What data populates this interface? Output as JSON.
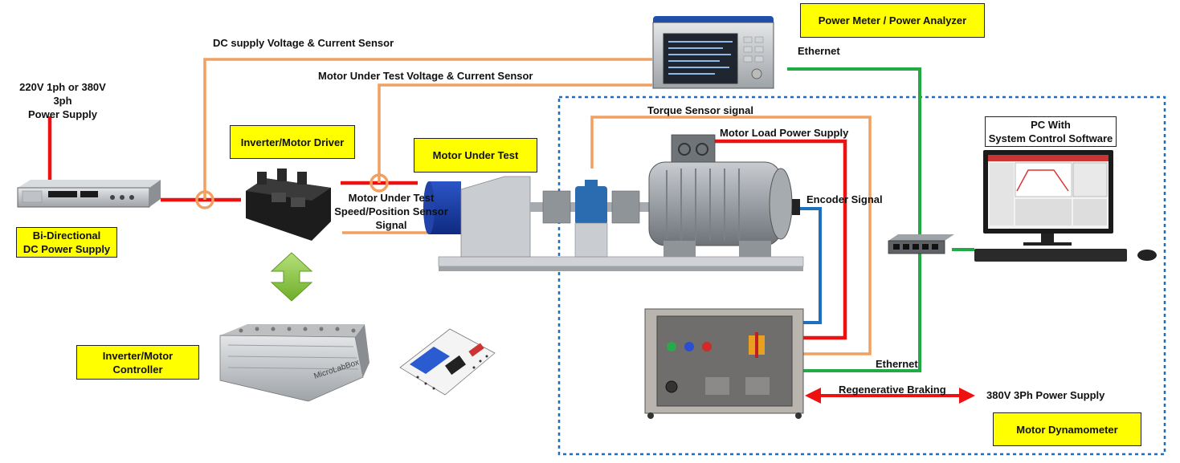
{
  "labels": {
    "power_supply_input": "220V 1ph or 380V 3ph\nPower Supply",
    "dc_supply_sensor": "DC supply Voltage & Current Sensor",
    "mut_sensor": "Motor Under Test Voltage & Current Sensor",
    "torque_signal": "Torque Sensor signal",
    "motor_load_supply": "Motor Load Power Supply",
    "encoder_signal": "Encoder Signal",
    "speed_position_signal": "Motor Under Test\nSpeed/Position Sensor\nSignal",
    "ethernet_top": "Ethernet",
    "ethernet_bottom": "Ethernet",
    "regenerative_braking": "Regenerative Braking",
    "three_phase_supply": "380V 3Ph Power Supply",
    "pc_with_software": "PC With\nSystem Control Software",
    "microlabbox_brand": "MicroLabBox"
  },
  "boxes": {
    "power_meter": "Power Meter / Power Analyzer",
    "inverter_driver": "Inverter/Motor Driver",
    "motor_under_test": "Motor Under Test",
    "dc_power_supply": "Bi-Directional\nDC Power Supply",
    "inverter_controller": "Inverter/Motor\nController",
    "motor_dynamometer": "Motor Dynamometer"
  },
  "colors": {
    "power_line": "#ee1111",
    "sensor_line": "#f0a060",
    "ethernet_line": "#22aa44",
    "encoder_line": "#1f6fc0",
    "label_box": "#ffff00",
    "dynamometer_border": "#1f6fc0",
    "bidirectional_arrow": "#8cc63f"
  }
}
